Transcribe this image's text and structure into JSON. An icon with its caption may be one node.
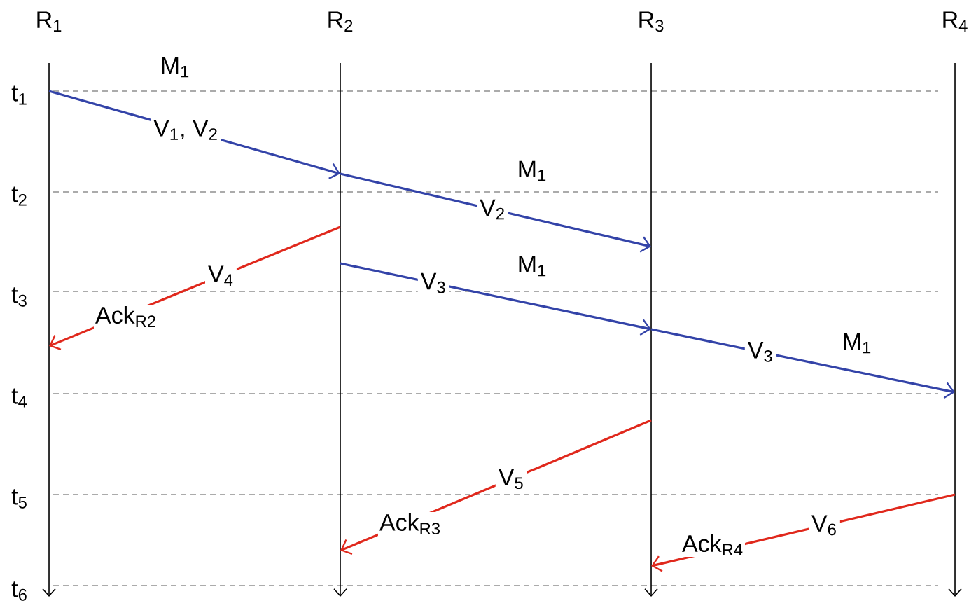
{
  "diagram": {
    "nodes": [
      {
        "text": [
          "R$_{1}$"
        ]
      },
      {
        "text": [
          "R$_{2}$"
        ]
      },
      {
        "text": [
          "R$_{3}$"
        ]
      },
      {
        "text": [
          "R$_{4}$"
        ]
      }
    ],
    "edges": [
      {
        "from": 0,
        "to": 1,
        "arrow": "to",
        "label": "V$_{1}$, V$_{2}$"
      },
      {
        "from": 1,
        "to": 2,
        "arrow": "to",
        "label": "V$_{2}$"
      },
      {
        "from": 1,
        "to": 2,
        "arrow": "to",
        "label": "V$_{3}$"
      },
      {
        "from": 2,
        "to": 3,
        "arrow": "to",
        "label": "V$_{3}$"
      },
      {
        "from": 1,
        "to": 0,
        "arrow": "to",
        "label": "V$_{4}$",
        "color": "#e0281c"
      },
      {
        "from": 2,
        "to": 1,
        "arrow": "to",
        "label": "V$_{5}$",
        "color": "#e0281c"
      },
      {
        "from": 3,
        "to": 2,
        "arrow": "to",
        "label": "V$_{6}$",
        "color": "#e0281c"
      }
    ],
    "labels": [
      "t$_{1}$",
      "t$_{2}$",
      "t$_{3}$",
      "t$_{4}$",
      "t$_{5}$",
      "t$_{6}$",
      "M$_{1}$",
      "M$_{1}$",
      "M$_{1}$",
      "M$_{1}$",
      "Ack$_{R2}$",
      "Ack$_{R3}$",
      "Ack$_{R4}$"
    ]
  }
}
